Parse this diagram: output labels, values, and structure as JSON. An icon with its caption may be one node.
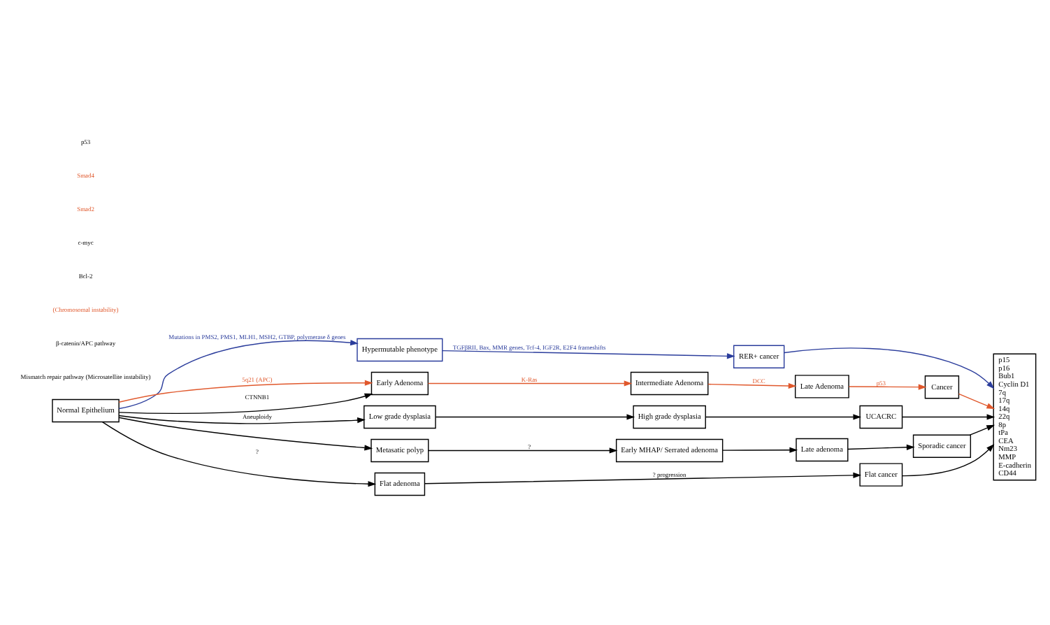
{
  "diagram": {
    "nodes": [
      {
        "text": [
          "Normal Epithelium"
        ]
      },
      {
        "text": [
          "Hypermutable phenotype"
        ]
      },
      {
        "text": [
          "RER+ cancer"
        ]
      },
      {
        "text": [
          "Early Adenoma"
        ]
      },
      {
        "text": [
          "Intermediate Adenoma"
        ]
      },
      {
        "text": [
          "Late Adenoma"
        ]
      },
      {
        "text": [
          "Cancer"
        ]
      },
      {
        "text": [
          "p15",
          "p16",
          "Bub1",
          "Cyclin D1",
          "7q",
          "17q",
          "14q",
          "22q",
          "8p",
          "tPa",
          "CEA",
          "Nm23",
          "MMP",
          "E-cadherin",
          "CD44"
        ]
      },
      {
        "text": [
          "Low grade dysplasia"
        ]
      },
      {
        "text": [
          "High grade dysplasia"
        ]
      },
      {
        "text": [
          "UCACRC"
        ]
      },
      {
        "text": [
          "Metasatic polyp"
        ]
      },
      {
        "text": [
          "Early MHAP/ Serrated adenoma"
        ]
      },
      {
        "text": [
          "Late adenoma"
        ]
      },
      {
        "text": [
          "Sporadic cancer"
        ]
      },
      {
        "text": [
          "Flat adenoma"
        ]
      },
      {
        "text": [
          "Flat cancer"
        ]
      }
    ],
    "edges": [
      {
        "from": 0,
        "to": 1,
        "arrow": "to",
        "label": "Mutations in PMS2, PMS1, MLH1, MSH2, GTBP, polymerase δ genes",
        "color": "#2b3d9c"
      },
      {
        "from": 1,
        "to": 2,
        "arrow": "to",
        "label": "TGFβRII, Bax, MMR genes, Tcf-4, IGF2R, E2F4 frameshifts",
        "color": "#2b3d9c"
      },
      {
        "from": 2,
        "to": 7,
        "arrow": "to",
        "color": "#2b3d9c"
      },
      {
        "from": 0,
        "to": 3,
        "arrow": "to",
        "label": "5q21 (APC)",
        "color": "#e0582c"
      },
      {
        "from": 0,
        "to": 3,
        "arrow": "to",
        "label": "CTNNB1"
      },
      {
        "from": 3,
        "to": 4,
        "arrow": "to",
        "label": "K-Ras",
        "color": "#e0582c"
      },
      {
        "from": 4,
        "to": 5,
        "arrow": "to",
        "label": "DCC",
        "color": "#e0582c"
      },
      {
        "from": 5,
        "to": 6,
        "arrow": "to",
        "label": "p53",
        "color": "#e0582c"
      },
      {
        "from": 6,
        "to": 7,
        "arrow": "to",
        "color": "#e0582c"
      },
      {
        "from": 0,
        "to": 8,
        "arrow": "to",
        "label": "Aneuploidy"
      },
      {
        "from": 8,
        "to": 9,
        "arrow": "to"
      },
      {
        "from": 9,
        "to": 10,
        "arrow": "to"
      },
      {
        "from": 10,
        "to": 7,
        "arrow": "to"
      },
      {
        "from": 0,
        "to": 11,
        "arrow": "to"
      },
      {
        "from": 11,
        "to": 12,
        "arrow": "to",
        "label": "?"
      },
      {
        "from": 12,
        "to": 13,
        "arrow": "to"
      },
      {
        "from": 13,
        "to": 14,
        "arrow": "to"
      },
      {
        "from": 14,
        "to": 7,
        "arrow": "to"
      },
      {
        "from": 0,
        "to": 15,
        "arrow": "to",
        "label": "?"
      },
      {
        "from": 15,
        "to": 16,
        "arrow": "to",
        "label": "? progression"
      },
      {
        "from": 16,
        "to": 7,
        "arrow": "to"
      }
    ],
    "labels": [
      "Mismatch repair pathway (Microsatellite instability)",
      "β-catenin/APC pathway",
      "(Chromosomal instability)",
      "Bcl-2",
      "c-myc",
      "Smad2",
      "Smad4",
      "p53"
    ]
  }
}
